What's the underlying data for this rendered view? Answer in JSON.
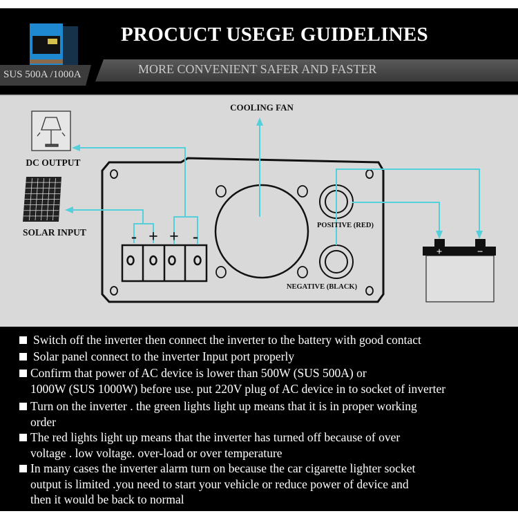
{
  "header": {
    "title": "PROCUCT USEGE GUIDELINES",
    "subtitle": "MORE CONVENIENT SAFER AND FASTER",
    "model": "SUS 500A /1000A"
  },
  "diagram": {
    "cooling_fan": "COOLING FAN",
    "dc_output": "DC OUTPUT",
    "solar_input": "SOLAR INPUT",
    "positive": "POSITIVE (RED)",
    "negative": "NEGATIVE (BLACK)",
    "terminal_signs": [
      "-",
      "+",
      "+",
      "-"
    ],
    "battery_plus": "+",
    "battery_minus": "−",
    "wire_color": "#55cfd9"
  },
  "notes": [
    {
      "lines": [
        "Switch off the inverter then connect the inverter to the battery with good contact"
      ]
    },
    {
      "lines": [
        "Solar panel connect to the inverter Input port properly"
      ]
    },
    {
      "lines": [
        "Confirm that power of AC device is lower than 500W (SUS 500A) or",
        "1000W (SUS 1000W) before use. put 220V plug of AC device in to socket of  inverter"
      ]
    },
    {
      "lines": [
        "Turn on the inverter . the green lights light up means that it is in proper working",
        "order"
      ]
    },
    {
      "lines": [
        "The red lights light up means that the inverter has turned off because of over",
        "voltage . low voltage. over-load or over temperature"
      ]
    },
    {
      "lines": [
        "In many cases the inverter alarm turn on because the car cigarette lighter socket",
        "output is limited .you need to start your vehicle or reduce power of device  and",
        "then it would be back to normal"
      ]
    }
  ]
}
